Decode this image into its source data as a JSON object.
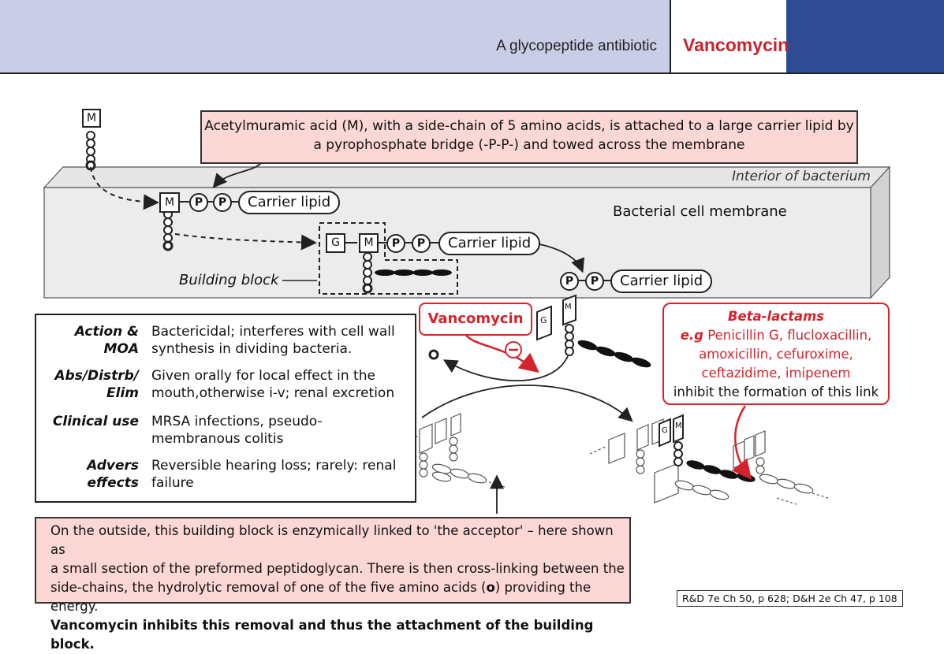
{
  "header": {
    "subtitle": "A glycopeptide antibiotic",
    "title": "Vancomycin"
  },
  "callout_top": "Acetylmuramic acid (M), with a side-chain of 5 amino acids, is attached to a large carrier lipid by a pyrophosphate bridge (-P-P-) and towed across the membrane",
  "diagram": {
    "interior_label": "Interior of bacterium",
    "membrane_label": "Bacterial cell membrane",
    "building_block_label": "Building block",
    "carrier_lipid": "Carrier lipid",
    "m_label": "M",
    "g_label": "G",
    "p_label": "P"
  },
  "info_table": [
    {
      "key": "Action & MOA",
      "value": "Bactericidal; interferes with cell wall synthesis in dividing bacteria."
    },
    {
      "key": "Abs/Distrb/ Elim",
      "value": "Given orally for local effect in the mouth,otherwise i-v; renal excretion"
    },
    {
      "key": "Clinical use",
      "value": "MRSA infections, pseudo-membranous colitis"
    },
    {
      "key": "Advers effects",
      "value": "Reversible hearing loss; rarely: renal failure"
    }
  ],
  "vancomycin_box": "Vancomycin",
  "beta_box": {
    "title": "Beta-lactams",
    "eg": "e.g",
    "drugs_line1": "Penicillin G, flucloxacillin,",
    "drugs_line2": "amoxicillin, cefuroxime,",
    "drugs_line3": "ceftazidime, imipenem",
    "tail": "inhibit the formation of this link"
  },
  "bottom_text": {
    "line1": "On the outside, this building block is enzymically linked to 'the acceptor' – here shown as",
    "line2": "a small section of the preformed peptidoglycan. There is then cross-linking between the",
    "line3a": "side-chains, the hydrolytic removal of one of the five amino acids (",
    "line3b": "o",
    "line3c": ") providing the energy.",
    "line4": "Vancomycin inhibits this removal and thus the attachment of the building block."
  },
  "reference": "R&D 7e Ch 50, p 628; D&H 2e Ch 47, p 108",
  "colors": {
    "accent_red": "#d5232c",
    "header_lilac": "#c9cde6",
    "header_blue": "#2f4b94",
    "pink": "#fbd7d5"
  }
}
